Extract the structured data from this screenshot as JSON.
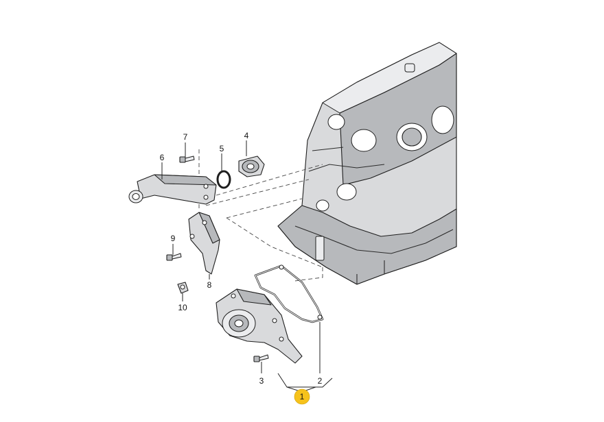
{
  "callouts": {
    "c1": "1",
    "c2": "2",
    "c3": "3",
    "c4": "4",
    "c5": "5",
    "c6": "6",
    "c7": "7",
    "c8": "8",
    "c9": "9",
    "c10": "10"
  },
  "colors": {
    "highlight": "#f6c21c",
    "part_fill": "#d9dadc",
    "line": "#1e1e1e"
  }
}
